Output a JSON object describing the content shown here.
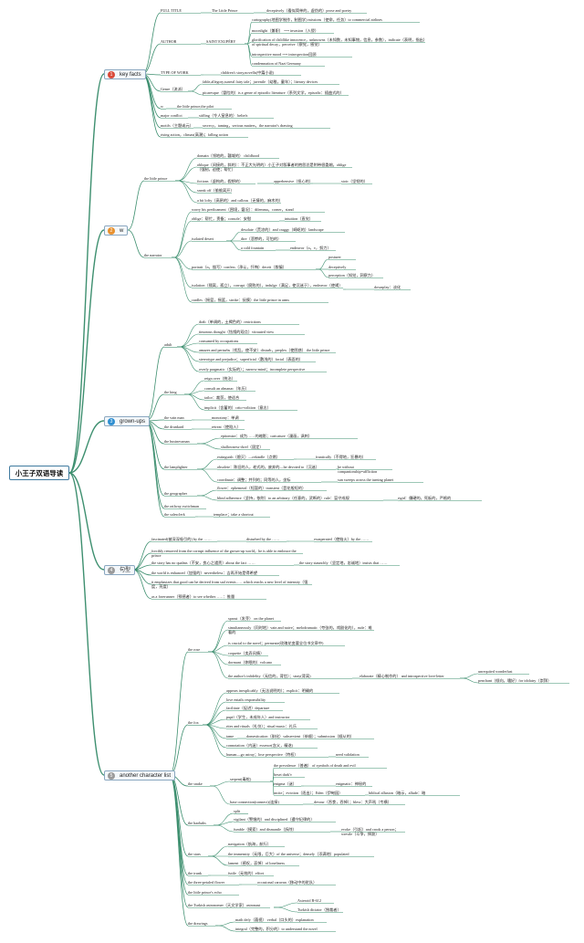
{
  "root": "小王子双语导读",
  "colors": {
    "b1": "#d94a3a",
    "b2": "#e8912f",
    "b3": "#2f8fd1",
    "b4": "#9a9a9a",
    "b5": "#9a9a9a",
    "line": "#3d8f6f"
  },
  "b1": {
    "num": "1",
    "label": "key facts",
    "full_title": "FULL TITLE",
    "full_title_v": "The Little Prince",
    "full_title_v2": "deceptively（看似简单的，虚伪的）prose and poetry",
    "author": "AUTHOR",
    "author_v": "SAINT EXUPÉRY",
    "a1": "cartography(地图学制作，制图学) missions（使命，任务）to commercial airlines",
    "a2": "moonlight（兼职） ⟶ invasion（入侵）",
    "a3": "glorification of childlike innocence，unknowns（未知数，未知事物，信息，参数），indicate（表明，指出）of spiritual decay，perceive（察觉，感觉）",
    "a4": "introspective mood ⟶ introspection回顾",
    "a5": "condemnation of Nazi Germany",
    "type": "TYPE OF WORK",
    "type_v": "children's story,novella(中篇小说)",
    "genre": "Genre（流派）",
    "g1": "fable,allegory,surreal fairy tale；juvenile（幼稚，童年）；literary devices",
    "g2": "picaresque（冒险的）is a genre of episodic literature（系列文学，episodic：插曲式的）",
    "w": "w",
    "w_v": "the little prince,the pilot",
    "major": "major conflict",
    "major_v": "stifling（令人窒息的） beliefs",
    "motifs": "motifs（主题或元）",
    "motifs_v": "secrecy，taming，serious matters，the narrator's drawing",
    "rising": "rising action，climax(高潮)；falling action"
  },
  "b2": {
    "num": "2",
    "label": "w",
    "lp": "the little prince",
    "lp1": "domain（领地的，疆域的） childhood",
    "lp2": "oblique（间接的，斜的）：不正大光明的）小王子对叙事者的抱怨总是附带很委婉。oblige（强制，迫使；帮忙）",
    "lp3": "fictions（虚构的，假想的）",
    "lp3b": "apprehensive（担心的）",
    "lp3c": "stoic（坚韧的）",
    "lp4": "sneak off（偷偷离开）",
    "lp5": "a bit lofty（高昂的）and callous（无情的，麻木的）",
    "nar": "the narrator",
    "n1": "worry his predicament（困境，窘况）：dilemma，corner，stand",
    "n2": "oblige：帮忙，责备；console：安慰",
    "n2b": "intuition（直觉）",
    "iso": "isolated desert",
    "iso1": "desolate（荒凉的）and craggy（崎岖的）landscape",
    "iso2": "dire（悲惨的，可怕的）",
    "iso3": "a cold fountain",
    "iso4": "endeavor（n，v，努力）",
    "n3": "portrait（n，描写）confess（承认，忏悔）deceit（欺骗）",
    "n3a": "posturer",
    "n3b": "deceptively",
    "n3c": "perception（知觉，洞察力）",
    "n4": "isolation（隔离，孤立），corrupt（腐败的），indulge（满足，使沉迷于），endeavor（使竭）",
    "n4b": "downplay：淡化",
    "n5": "cradles（摇篮，摇篮，stroke：抚摸）the little prince in arms"
  },
  "b3": {
    "num": "3",
    "label": "grown-ups",
    "adult": "adult",
    "ad1": "drab（单调的，土褐色的）restrictions",
    "ad2": "timorous thought（怯懦的观点）vitrauted view",
    "ad3": "consumed by occupations",
    "ad4": "amazes and perturbs（扰乱，使不安）disturb，perplex（使困惑） the little prince",
    "ad5": "stereotype and prejudice；superficial（敷浅的）facial（表面的）",
    "ad6": "overly pragmatic（实际的）；narrow-mind；incomplete perspective",
    "king": "the king",
    "k1": "reign over（统治）",
    "k2": "consult an almanac（年历）",
    "k3": "tailor：裁剪，使适合",
    "k4": "implicit（含蓄的）crito-volition（意志）",
    "vain": "the vain man",
    "vain_v": "monotony：单调",
    "drunk": "the drunkard",
    "drunk_v": "retreat（使陷入）",
    "biz": "the businessman",
    "biz1": "epitomize：成为……的缩影；caricature（漫画，讽刺）",
    "biz2": "shallowness-dwel（固定）",
    "lamp": "the lamplighter",
    "l1": "extinguish（熄灭）—rekindle（点燃）",
    "l1b": "frantically（不得地，狂暴的）",
    "l2": "obsolete：陈旧的人，老式的，废弃的—be devoted to（沉迷）",
    "l2b": "be without companionship=affliction",
    "l3": "coordinate：调整；并列的；同等的人，坐标",
    "l3b": "sun sweeps across the turning planet",
    "geo": "the geographer",
    "geo1": "flower：ephemeral（短暂的）transient（昙花般短的）",
    "geo2": "blind adherence（坚持，依附）to an arbitrary（任意的，武断的）rule：盲守成规",
    "geo2b": "rigid：僵硬的，死板的，严格的",
    "rail": "the railway switchman",
    "sales": "the salesclerk",
    "sales_v": "templace；take a shortcut"
  },
  "b4": {
    "num": "4",
    "label": "句型",
    "s1": "fascinated(被深深吸引的) by the ……",
    "s1b": "disturbed by the ……",
    "s1c": "exasperated（使恼火）by the ……",
    "s2": "forcibly removed from the corrupt influence of the grown-up world，he is able to embrace the prince",
    "s3": "the story has no qualms（不安，良心之谴责）about the fact ……",
    "s3b": "the story staunchly（坚定地，忠诚地）insists that ……",
    "s4": "the world is enhanced（加强的）nevertheless：吉再开始是得希望",
    "s5": "it emphasizes that good can be derived from sad events……which reachs a new level of intensity（强度，亮度）",
    "s6": "as a forerunner（预感者）to see whether……：推量"
  },
  "b5": {
    "num": "5",
    "label": "another character list",
    "rose": "the rose",
    "r1": "sprout（发芽） on the planet",
    "r2": "simultaneously（同时地）vain and naive；melodramatic（夸张的，戏剧化的），rude：难看的",
    "r3": "is crucial to the novel；permeate(玫瑰花变要全位书文章中)",
    "r4": "coquette（卖弄风情）",
    "r5": "dormant（休眠的）volcano",
    "r6": "the author's infidelity（无信的，背信）；stray(背离)",
    "r6b": "elaborate（精心制作的） and introspective love-letter",
    "r6c": "unrequited wonderlust",
    "r6d": "penchant（倾向，嗜好）for idolatry（崇拜）",
    "fox": "the fox",
    "f1": "appears inexplicably（无法说明的）；explicit：明确的",
    "f2": "love entails responsibility",
    "f3": "facilitate（促进）departure",
    "f4": "pupil（学生，未成年人）and instructor",
    "f5": "rites and rituals（礼仪）；ritual music：礼乐",
    "f6": "tame",
    "f6b": "domestication（驯化）subservient（恭顺）；submission（顺从的）",
    "f7": "connotation（内涵）essence(含义，精遂)",
    "f8": "human—go astray；lose perspective（特权）",
    "f8b": "need validation",
    "snake": "the snake",
    "sn1": "serpent(毒蛇)",
    "sn1a": "the prevalence（普遍） of symbols of death and evil",
    "sn1b": "beset dark'v",
    "sn1c": "enigma（谜）",
    "sn1d": "enigmatic：神秘的",
    "sn1e": "incite；eviction（逐出）；Eden（伊甸园）",
    "sn1f": "biblical allusion（暗示，allude：暗",
    "sn2": "base connection(connect)(连接)",
    "sn2b": "devour（吞食，吞掉）；bless：大声吼（专横）",
    "bao": "the baobabs",
    "bo1": "split",
    "bo2": "vigilant（警惕的）and disciplined（遵守纪律的）",
    "bo3": "fumble（摸索）and dismantle（拆除）",
    "bo3b": "evoke（引起）and crook a person；wrestle（斗争，摔跤）",
    "stars": "the stars",
    "st1": "navigation（航海，航行）",
    "st2": "the immensity（无限，巨大）of the universe；densely（添满地）populated",
    "st3": "lament（感叹，哀悼）of loneliness",
    "trunk": "the trunk",
    "trunk_v": "futile（无效的）effort",
    "petal": "the three-petaled flower",
    "petal_v": "occasional caravan（移动中的驼队）",
    "echo": "the little prince's echo",
    "turk": "the Turkish astronomer（天文学家）astronaut",
    "turk1": "Asteroid B-612",
    "turk2": "Turkish dictator（独裁者）",
    "draw": "the drawings",
    "dr1": "math defy（藐视） verbal（口头的）explanation",
    "dr2": "integral（完整的，积分的）to understand the novel"
  }
}
